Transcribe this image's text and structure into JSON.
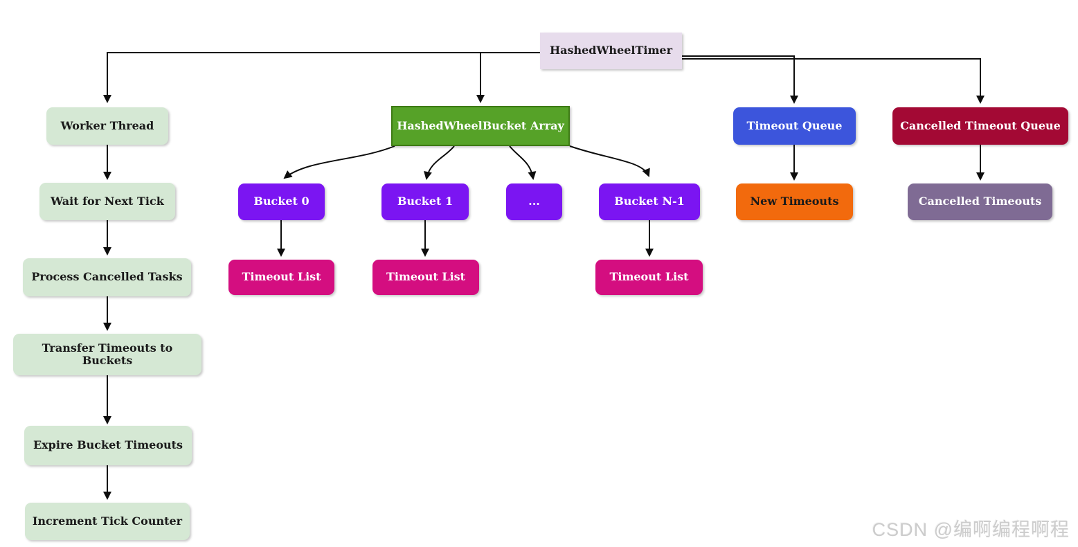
{
  "diagram": {
    "title_node": "HashedWheelTimer",
    "nodes": {
      "hashed_wheel_timer": {
        "label": "HashedWheelTimer",
        "bg": "#e7dcec",
        "fg": "#1a1a1a"
      },
      "worker_thread": {
        "label": "Worker Thread",
        "bg": "#d5e8d4",
        "fg": "#1a1a1a"
      },
      "wait_for_next_tick": {
        "label": "Wait for Next Tick",
        "bg": "#d5e8d4",
        "fg": "#1a1a1a"
      },
      "process_cancelled_tasks": {
        "label": "Process Cancelled Tasks",
        "bg": "#d5e8d4",
        "fg": "#1a1a1a"
      },
      "transfer_timeouts_to_buckets": {
        "label": "Transfer Timeouts to Buckets",
        "bg": "#d5e8d4",
        "fg": "#1a1a1a"
      },
      "expire_bucket_timeouts": {
        "label": "Expire Bucket Timeouts",
        "bg": "#d5e8d4",
        "fg": "#1a1a1a"
      },
      "increment_tick_counter": {
        "label": "Increment Tick Counter",
        "bg": "#d5e8d4",
        "fg": "#1a1a1a"
      },
      "hashed_wheel_bucket_array": {
        "label": "HashedWheelBucket Array",
        "bg": "#56a228",
        "fg": "#ffffff",
        "border": "#3e7a15"
      },
      "bucket_0": {
        "label": "Bucket 0",
        "bg": "#7b15f2",
        "fg": "#ffffff"
      },
      "bucket_1": {
        "label": "Bucket 1",
        "bg": "#7b15f2",
        "fg": "#ffffff"
      },
      "bucket_ellipsis": {
        "label": "...",
        "bg": "#7b15f2",
        "fg": "#ffffff"
      },
      "bucket_n_1": {
        "label": "Bucket N-1",
        "bg": "#7b15f2",
        "fg": "#ffffff"
      },
      "timeout_list_0": {
        "label": "Timeout List",
        "bg": "#d40e80",
        "fg": "#ffffff"
      },
      "timeout_list_1": {
        "label": "Timeout List",
        "bg": "#d40e80",
        "fg": "#ffffff"
      },
      "timeout_list_n": {
        "label": "Timeout List",
        "bg": "#d40e80",
        "fg": "#ffffff"
      },
      "timeout_queue": {
        "label": "Timeout Queue",
        "bg": "#3c55dc",
        "fg": "#ffffff"
      },
      "new_timeouts": {
        "label": "New Timeouts",
        "bg": "#f26a0d",
        "fg": "#1a1a1a"
      },
      "cancelled_timeout_queue": {
        "label": "Cancelled Timeout Queue",
        "bg": "#a30934",
        "fg": "#ffffff"
      },
      "cancelled_timeouts": {
        "label": "Cancelled Timeouts",
        "bg": "#7f6b94",
        "fg": "#ffffff"
      }
    },
    "edges": [
      {
        "from": "hashed_wheel_timer",
        "to": "worker_thread"
      },
      {
        "from": "hashed_wheel_timer",
        "to": "hashed_wheel_bucket_array"
      },
      {
        "from": "hashed_wheel_timer",
        "to": "timeout_queue"
      },
      {
        "from": "hashed_wheel_timer",
        "to": "cancelled_timeout_queue"
      },
      {
        "from": "worker_thread",
        "to": "wait_for_next_tick"
      },
      {
        "from": "wait_for_next_tick",
        "to": "process_cancelled_tasks"
      },
      {
        "from": "process_cancelled_tasks",
        "to": "transfer_timeouts_to_buckets"
      },
      {
        "from": "transfer_timeouts_to_buckets",
        "to": "expire_bucket_timeouts"
      },
      {
        "from": "expire_bucket_timeouts",
        "to": "increment_tick_counter"
      },
      {
        "from": "hashed_wheel_bucket_array",
        "to": "bucket_0"
      },
      {
        "from": "hashed_wheel_bucket_array",
        "to": "bucket_1"
      },
      {
        "from": "hashed_wheel_bucket_array",
        "to": "bucket_ellipsis"
      },
      {
        "from": "hashed_wheel_bucket_array",
        "to": "bucket_n_1"
      },
      {
        "from": "bucket_0",
        "to": "timeout_list_0"
      },
      {
        "from": "bucket_1",
        "to": "timeout_list_1"
      },
      {
        "from": "bucket_n_1",
        "to": "timeout_list_n"
      },
      {
        "from": "timeout_queue",
        "to": "new_timeouts"
      },
      {
        "from": "cancelled_timeout_queue",
        "to": "cancelled_timeouts"
      }
    ],
    "edge_color": "#0d0d0d"
  },
  "watermark": {
    "text": "CSDN @编啊编程啊程",
    "color": "#cccccc"
  }
}
